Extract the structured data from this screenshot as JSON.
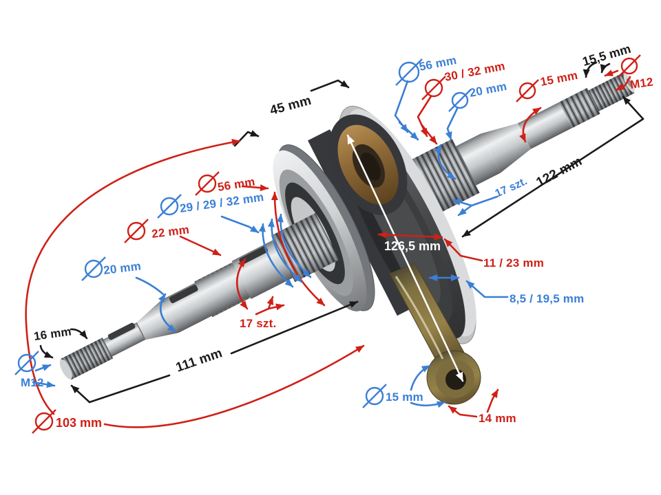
{
  "figure": {
    "subject": "crankshaft with connecting rod, annotated with dimensions",
    "background": "#ffffff"
  },
  "colors": {
    "blue": "#3a7fd5",
    "red": "#cf2017",
    "black": "#1a1a1a",
    "white": "#ffffff"
  },
  "annotations": [
    {
      "id": "dia-56-top",
      "text": "56 mm",
      "color": "blue",
      "diameter_symbol": true
    },
    {
      "id": "dia-30-32",
      "text": "30 / 32 mm",
      "color": "red",
      "diameter_symbol": true
    },
    {
      "id": "dia-20-right",
      "text": "20 mm",
      "color": "blue",
      "diameter_symbol": true
    },
    {
      "id": "dia-15-right",
      "text": "15 mm",
      "color": "red",
      "diameter_symbol": true
    },
    {
      "id": "len-15-5",
      "text": "15,5 mm",
      "color": "black",
      "diameter_symbol": false
    },
    {
      "id": "thread-m12-right",
      "text": "M12",
      "color": "red",
      "diameter_symbol": true
    },
    {
      "id": "len-122",
      "text": "122 mm",
      "color": "black",
      "diameter_symbol": false
    },
    {
      "id": "count-17-right",
      "text": "17 szt.",
      "color": "blue",
      "diameter_symbol": false
    },
    {
      "id": "len-126-5",
      "text": "126,5 mm",
      "color": "white",
      "diameter_symbol": false
    },
    {
      "id": "len-11-23",
      "text": "11 / 23 mm",
      "color": "red",
      "diameter_symbol": false
    },
    {
      "id": "len-8-5-19-5",
      "text": "8,5 / 19,5 mm",
      "color": "blue",
      "diameter_symbol": false
    },
    {
      "id": "len-45",
      "text": "45 mm",
      "color": "black",
      "diameter_symbol": false
    },
    {
      "id": "dia-56-left",
      "text": "56 mm",
      "color": "red",
      "diameter_symbol": true
    },
    {
      "id": "dia-29-29-32",
      "text": "29 / 29 / 32 mm",
      "color": "blue",
      "diameter_symbol": true
    },
    {
      "id": "dia-22",
      "text": "22 mm",
      "color": "red",
      "diameter_symbol": true
    },
    {
      "id": "dia-20-left",
      "text": "20 mm",
      "color": "blue",
      "diameter_symbol": true
    },
    {
      "id": "len-16",
      "text": "16 mm",
      "color": "black",
      "diameter_symbol": false
    },
    {
      "id": "thread-m12-left",
      "text": "M12",
      "color": "blue",
      "diameter_symbol": true
    },
    {
      "id": "len-111",
      "text": "111 mm",
      "color": "black",
      "diameter_symbol": false
    },
    {
      "id": "dia-103",
      "text": "103 mm",
      "color": "red",
      "diameter_symbol": true
    },
    {
      "id": "count-17-left",
      "text": "17 szt.",
      "color": "red",
      "diameter_symbol": false
    },
    {
      "id": "dia-15-bottom",
      "text": "15 mm",
      "color": "blue",
      "diameter_symbol": true
    },
    {
      "id": "len-14",
      "text": "14 mm",
      "color": "red",
      "diameter_symbol": false
    }
  ]
}
